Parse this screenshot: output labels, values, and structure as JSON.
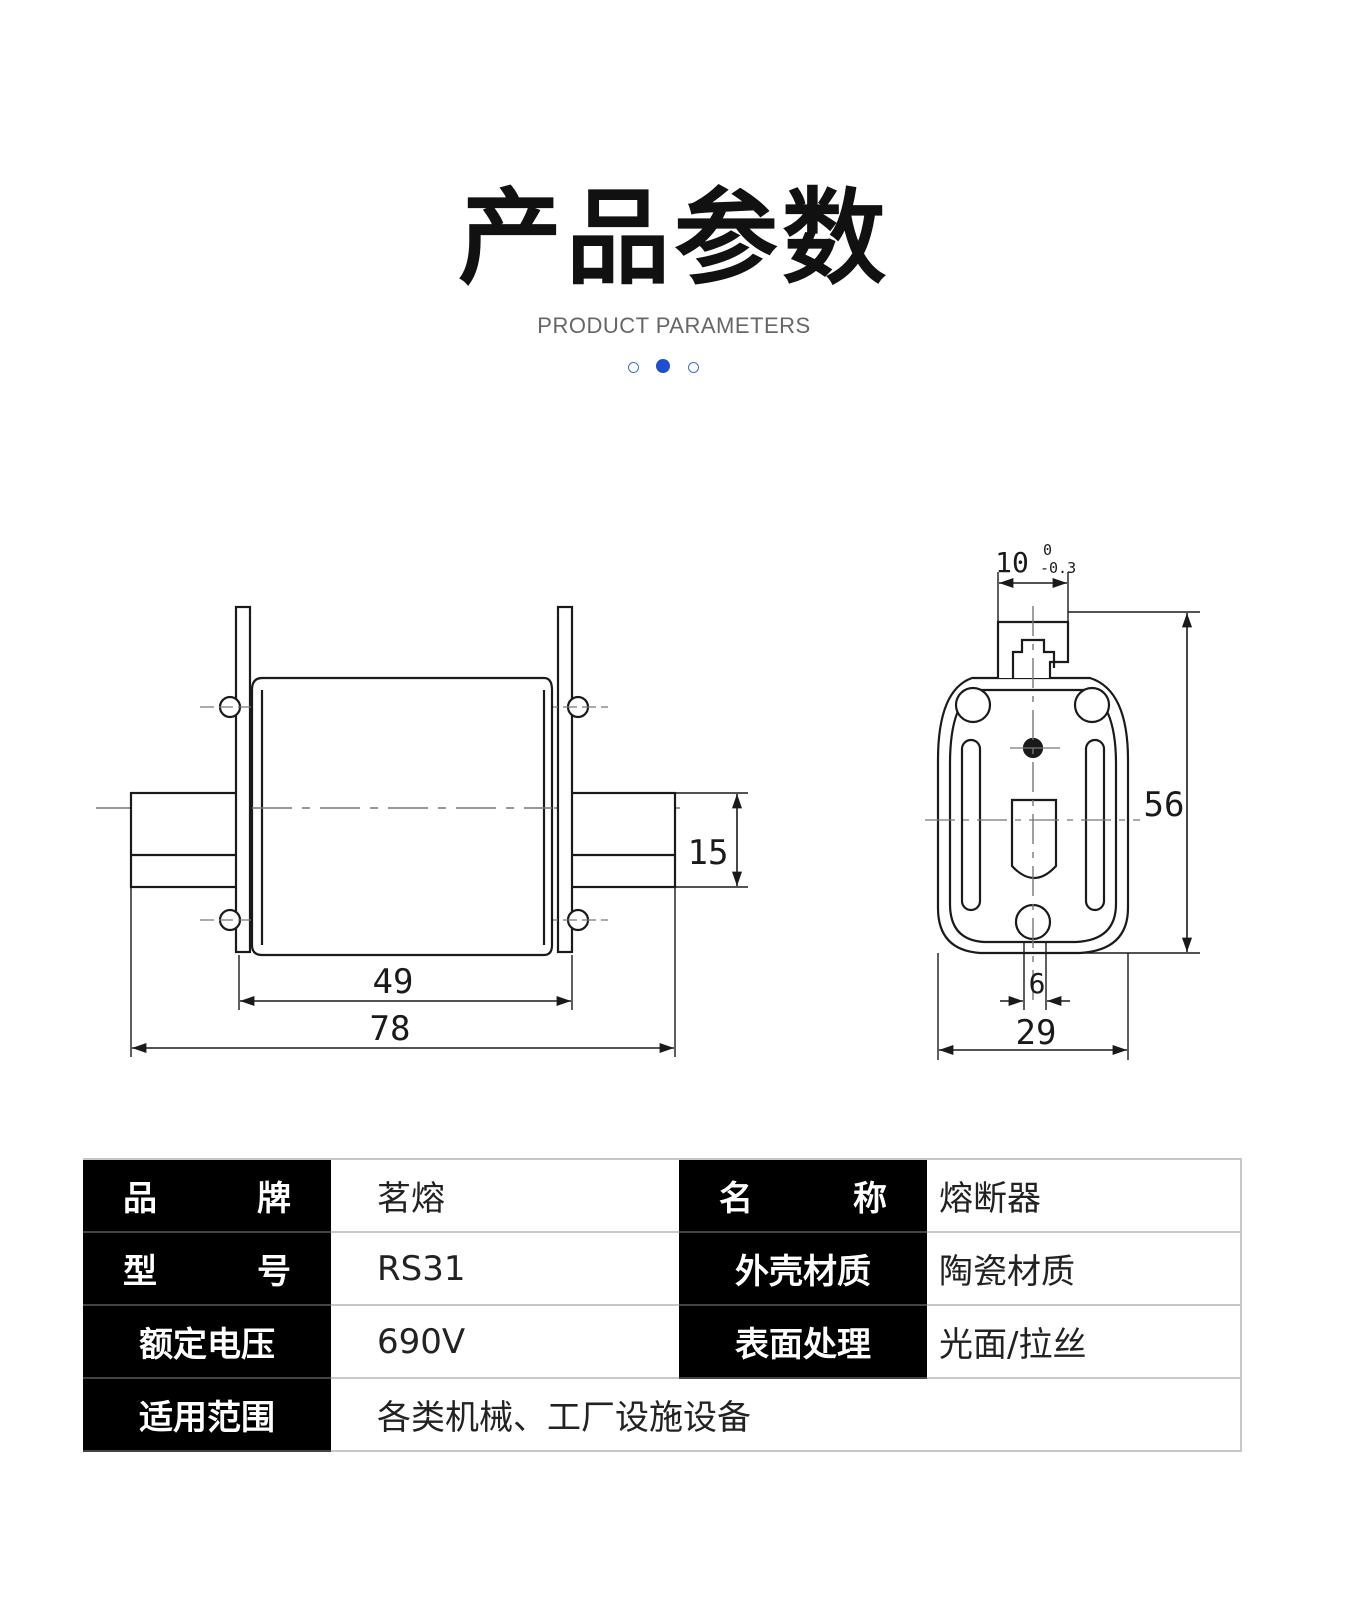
{
  "header": {
    "title": "产品参数",
    "subtitle": "PRODUCT PARAMETERS"
  },
  "carousel": {
    "dot_count": 3,
    "active_index": 1,
    "accent_color": "#1f4fcf"
  },
  "diagram": {
    "front_view": {
      "dim_body_width": "49",
      "dim_total_length": "78",
      "dim_blade_thickness": "15"
    },
    "side_view": {
      "dim_tab_width": "10",
      "dim_tab_tolerance_top": "0",
      "dim_tab_tolerance_bottom": "-0.3",
      "dim_height": "56",
      "dim_slot_width": "6",
      "dim_body_depth": "29"
    }
  },
  "specs": {
    "rows": [
      {
        "label1_a": "品",
        "label1_b": "牌",
        "value1": "茗熔",
        "label2_a": "名",
        "label2_b": "称",
        "value2": "熔断器"
      },
      {
        "label1_a": "型",
        "label1_b": "号",
        "value1": "RS31",
        "label2": "外壳材质",
        "value2": "陶瓷材质"
      },
      {
        "label1": "额定电压",
        "value1": "690V",
        "label2": "表面处理",
        "value2": "光面/拉丝"
      },
      {
        "label1": "适用范围",
        "value1": "各类机械、工厂设施设备"
      }
    ]
  }
}
